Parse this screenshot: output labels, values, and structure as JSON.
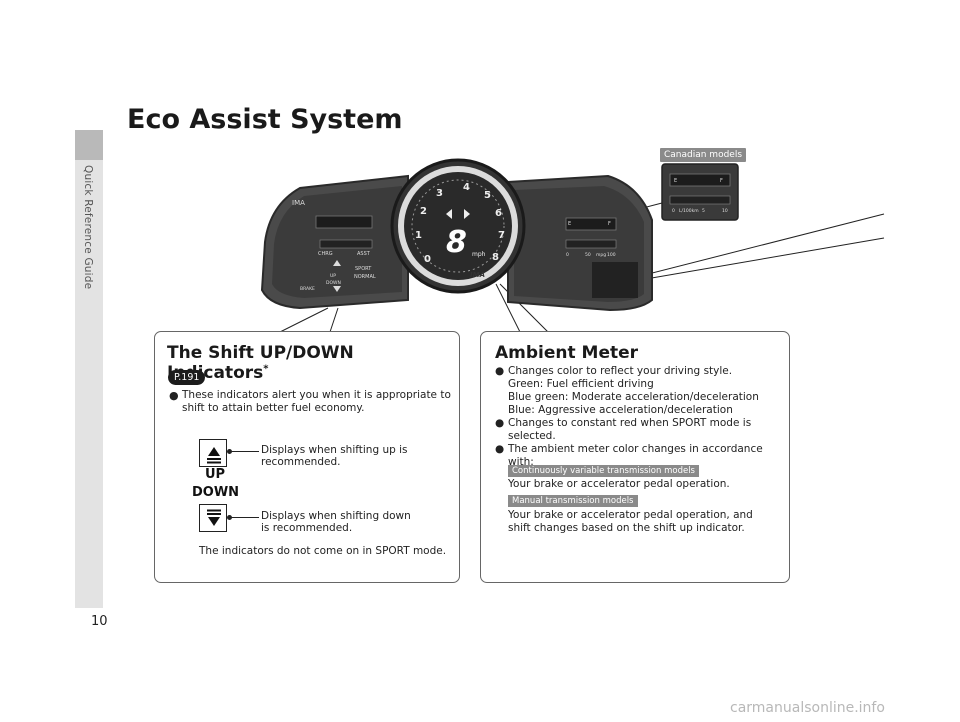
{
  "page": {
    "title": "Eco Assist System",
    "side_label": "Quick Reference Guide",
    "page_number": "10",
    "watermark": "carmanualsonline.info"
  },
  "dashboard": {
    "canadian_label": "Canadian models",
    "speed_digit": "8",
    "speed_unit": "mph",
    "brand": "IMA",
    "left_panel": {
      "ima": "IMA",
      "chrg": "CHRG",
      "asst": "ASST",
      "up": "UP",
      "down": "DOWN",
      "sport": "SPORT",
      "normal": "NORMAL",
      "brake": "BRAKE"
    },
    "tach_numbers": [
      "0",
      "1",
      "2",
      "3",
      "4",
      "5",
      "6",
      "7",
      "8"
    ],
    "right_panel": {
      "e": "E",
      "f": "F",
      "mpg": "mpg",
      "scale_0": "0",
      "scale_50": "50",
      "scale_100": "100"
    },
    "canadian_inset": {
      "e": "E",
      "f": "F",
      "unit": "L/100km",
      "scale_0": "0",
      "scale_5": "5",
      "scale_10": "10"
    }
  },
  "shift_box": {
    "heading": "The Shift UP/DOWN Indicators",
    "heading_mark": "*",
    "ref": "P.191",
    "bullet_symbol": "●",
    "bullet": "These indicators alert you when it is appropriate to shift to attain better fuel economy.",
    "up_label": "UP",
    "down_label": "DOWN",
    "up_callout": "Displays when shifting up is recommended.",
    "down_callout": "Displays when shifting down is recommended.",
    "footer": "The indicators do not come on in SPORT mode."
  },
  "ambient_box": {
    "heading": "Ambient Meter",
    "bullet_symbol": "●",
    "item1": "Changes color to reflect your driving style.",
    "item1_lines": [
      "Green: Fuel efficient driving",
      "Blue green: Moderate acceleration/deceleration",
      "Blue: Aggressive acceleration/deceleration"
    ],
    "item2": "Changes to constant red when SPORT mode is selected.",
    "item3": "The ambient meter color changes in accordance with:",
    "cvt_tag": "Continuously variable transmission models",
    "cvt_text": "Your brake or accelerator pedal operation.",
    "mt_tag": "Manual transmission models",
    "mt_text": "Your brake or accelerator pedal operation, and shift changes based on the shift up indicator."
  }
}
